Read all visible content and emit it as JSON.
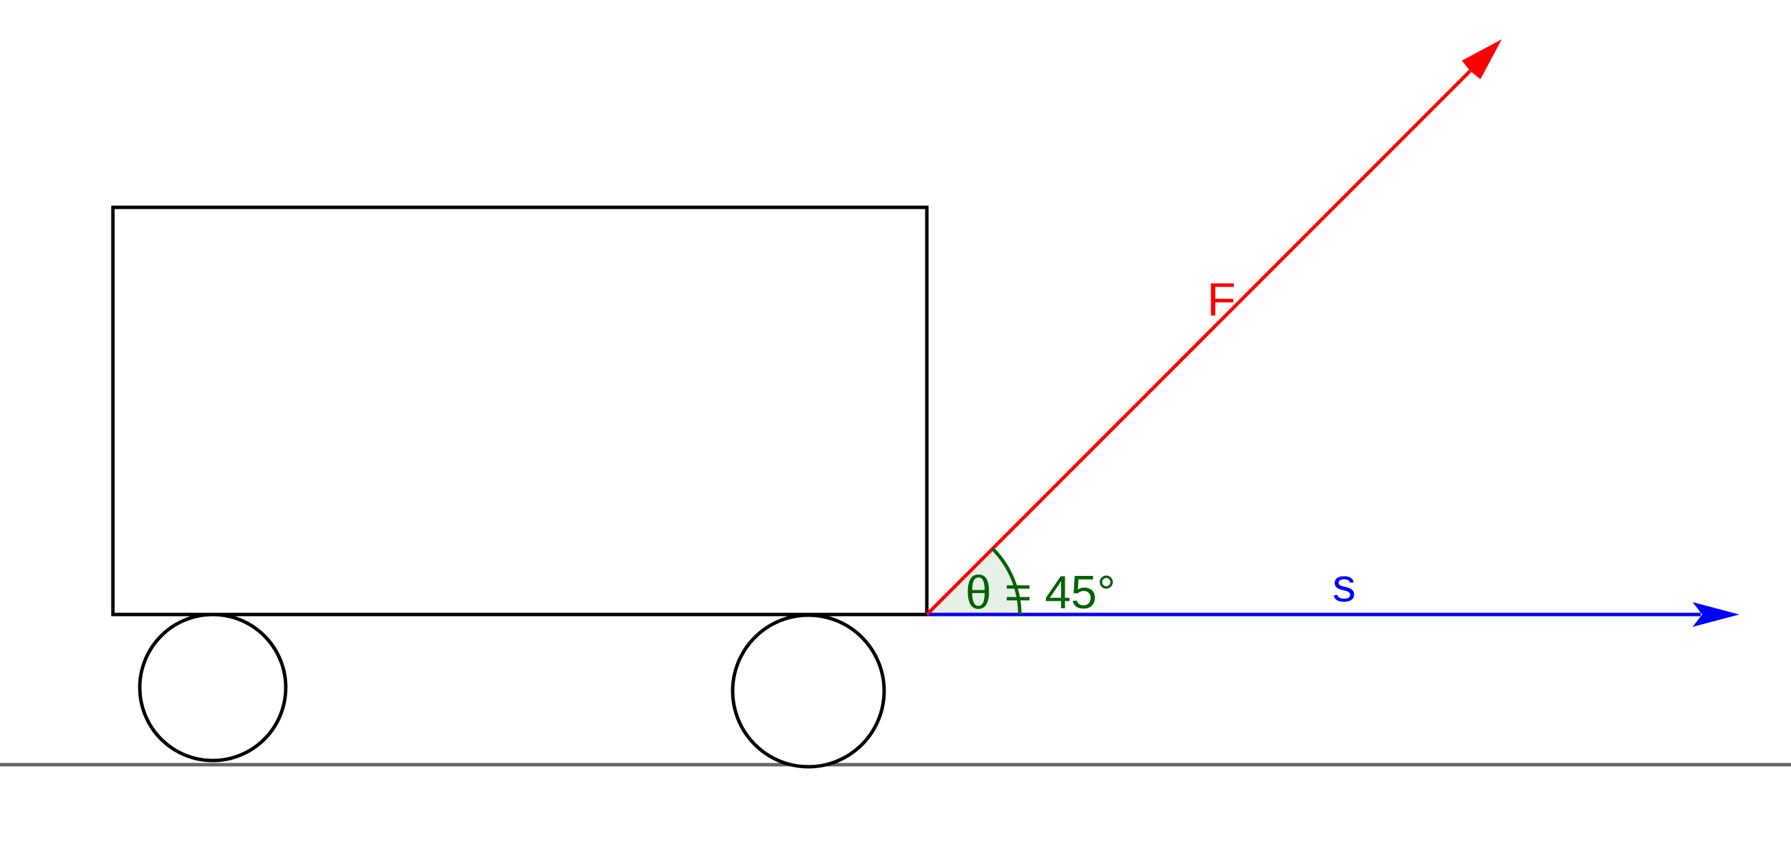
{
  "labels": {
    "force": "F",
    "displacement": "s",
    "angle": "θ = 45°"
  },
  "colors": {
    "outline": "#000000",
    "force": "#ff0000",
    "displacement": "#0000ff",
    "angle": "#006400",
    "angle_fill": "#e6f0e6",
    "ground": "#666666",
    "background": "#ffffff"
  },
  "angle_degrees": 45
}
